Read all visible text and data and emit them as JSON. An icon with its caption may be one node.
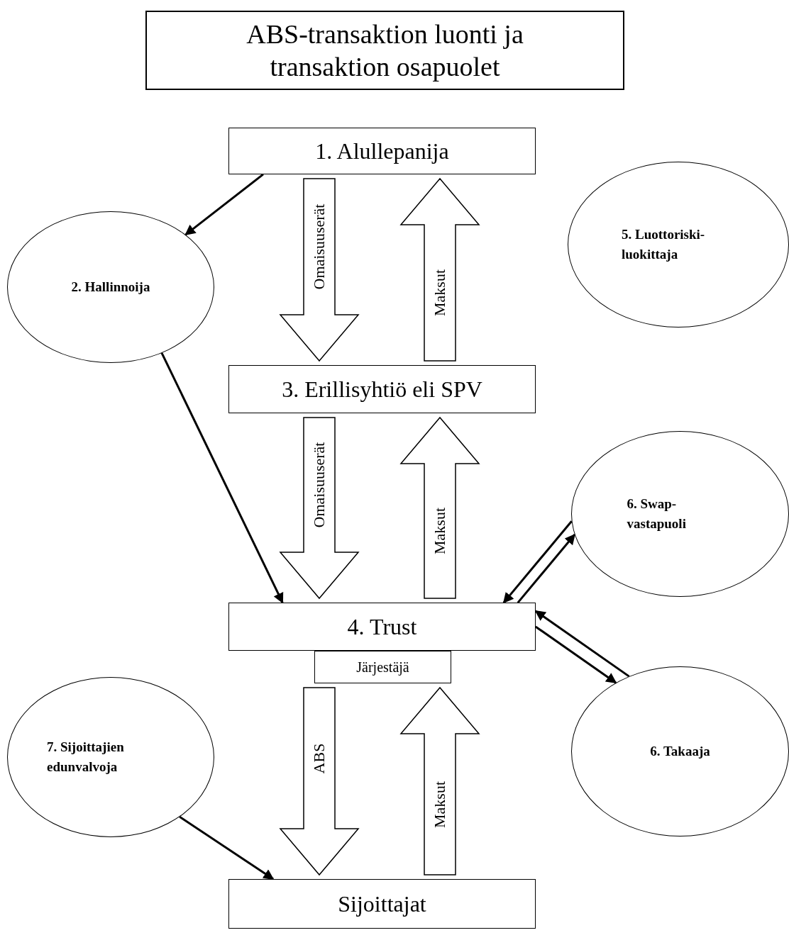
{
  "diagram": {
    "title": "ABS-transaktion luonti ja transaktion osapuolet",
    "nodes": [
      {
        "text": [
          "1. Alullepanija"
        ]
      },
      {
        "text": [
          "2. Hallinnoija"
        ]
      },
      {
        "text": [
          "5. Luottoriski-luokittaja"
        ]
      },
      {
        "text": [
          "3. Erillisyhtiö eli SPV"
        ]
      },
      {
        "text": [
          "6. Swap-vastapuoli"
        ]
      },
      {
        "text": [
          "4. Trust"
        ]
      },
      {
        "text": [
          "Järjestäjä"
        ]
      },
      {
        "text": [
          "7. Sijoittajien edunvalvoja"
        ]
      },
      {
        "text": [
          "6. Takaaja"
        ]
      },
      {
        "text": [
          "Sijoittajat"
        ]
      }
    ],
    "edges": [
      {
        "from": 0,
        "to": 1,
        "arrow": "to"
      },
      {
        "from": 0,
        "to": 3,
        "arrow": "to",
        "label": "Omaisuuserät",
        "style": "thick"
      },
      {
        "from": 3,
        "to": 0,
        "arrow": "to",
        "label": "Maksut",
        "style": "thick"
      },
      {
        "from": 1,
        "to": 5,
        "arrow": "to"
      },
      {
        "from": 3,
        "to": 5,
        "arrow": "to",
        "label": "Omaisuuserät",
        "style": "thick"
      },
      {
        "from": 5,
        "to": 3,
        "arrow": "to",
        "label": "Maksut",
        "style": "thick"
      },
      {
        "from": 5,
        "to": 4,
        "arrow": "to"
      },
      {
        "from": 4,
        "to": 5,
        "arrow": "to"
      },
      {
        "from": 8,
        "to": 5,
        "arrow": "to"
      },
      {
        "from": 5,
        "to": 8,
        "arrow": "to"
      },
      {
        "from": 6,
        "to": 9,
        "arrow": "to",
        "label": "ABS",
        "style": "thick"
      },
      {
        "from": 9,
        "to": 6,
        "arrow": "to",
        "label": "Maksut",
        "style": "thick"
      },
      {
        "from": 7,
        "to": 9,
        "arrow": "to"
      }
    ]
  }
}
